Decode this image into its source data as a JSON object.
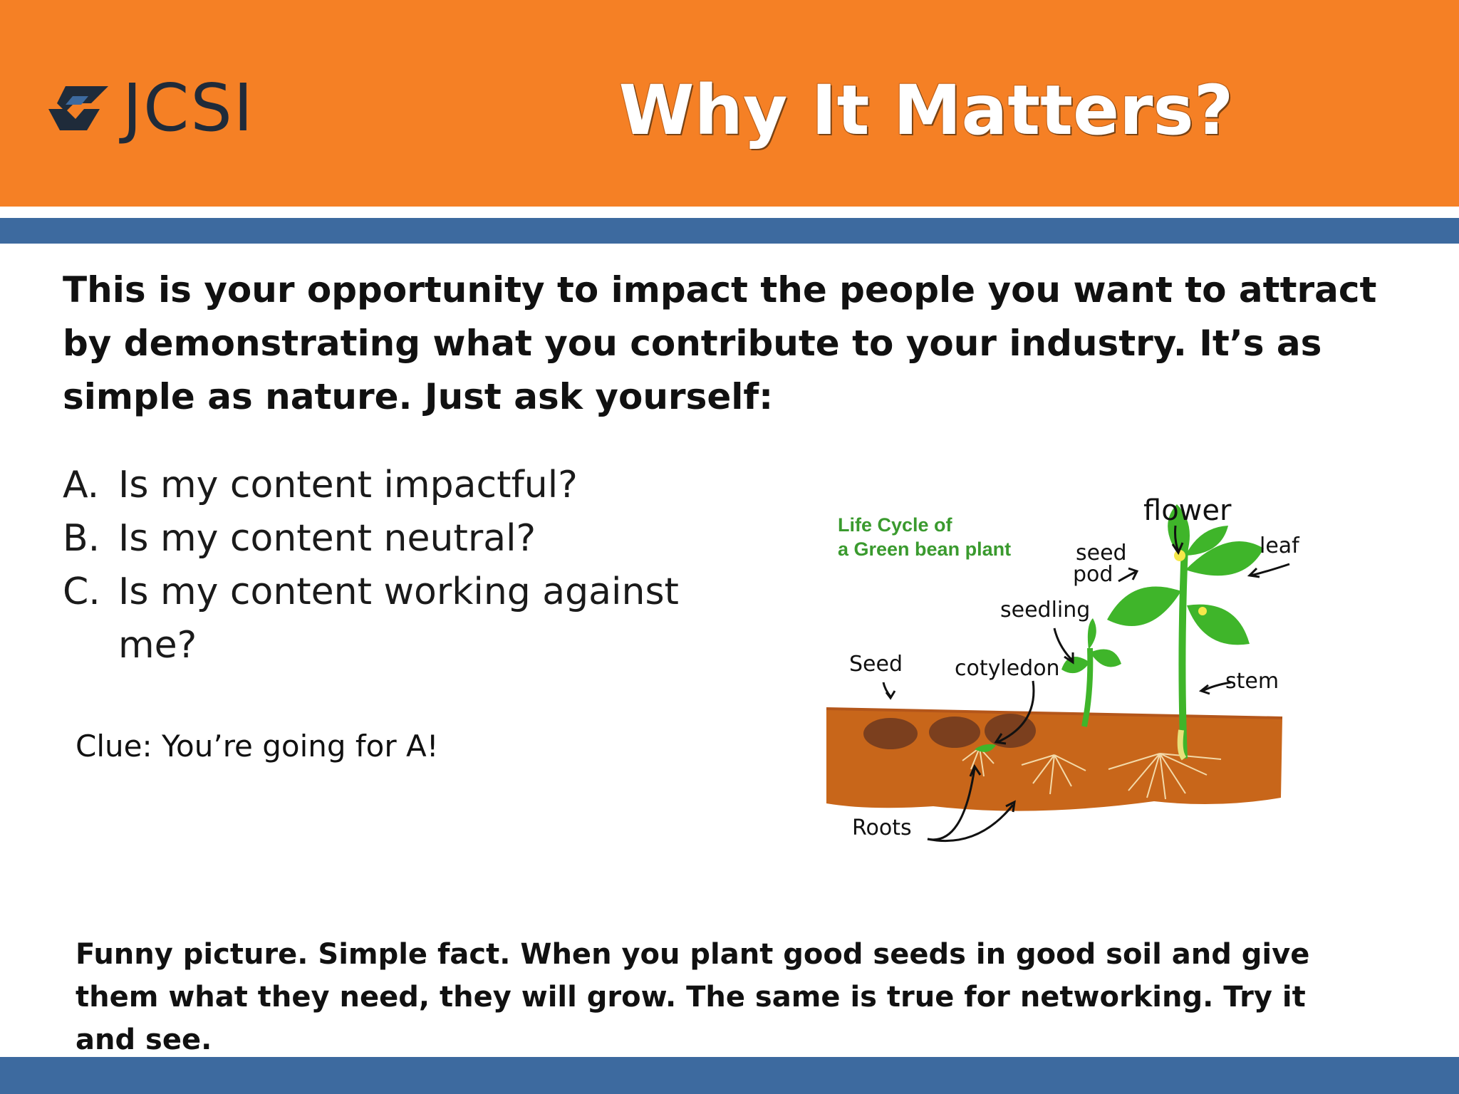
{
  "header": {
    "logo_text": "JCSI",
    "title": "Why It Matters?"
  },
  "intro": {
    "text": "This is your opportunity to impact the people you want to attract by demonstrating what you contribute to your industry.  It’s as simple as nature.  Just ask yourself:"
  },
  "questions": [
    {
      "letter": "A.",
      "text": "Is my content impactful?"
    },
    {
      "letter": "B.",
      "text": "Is my content neutral?"
    },
    {
      "letter": "C.",
      "text": "Is my content working against me?"
    }
  ],
  "clue": "Clue:  You’re going for A!",
  "illustration": {
    "caption_line1": "Life Cycle of",
    "caption_line2": "a Green bean plant",
    "labels": {
      "flower": "flower",
      "leaf": "leaf",
      "seed_pod_1": "seed",
      "seed_pod_2": "pod",
      "seedling": "seedling",
      "seed": "Seed",
      "cotyledon": "cotyledon",
      "stem": "stem",
      "roots": "Roots"
    }
  },
  "closing": "Funny picture.  Simple fact. When you plant good seeds in good soil and give them what they need, they will grow. The same is true for networking. Try it and see.",
  "colors": {
    "header_orange": "#f58025",
    "stripe_blue": "#3d6a9f",
    "soil_brown": "#c8661a",
    "plant_green": "#3fb52a"
  }
}
